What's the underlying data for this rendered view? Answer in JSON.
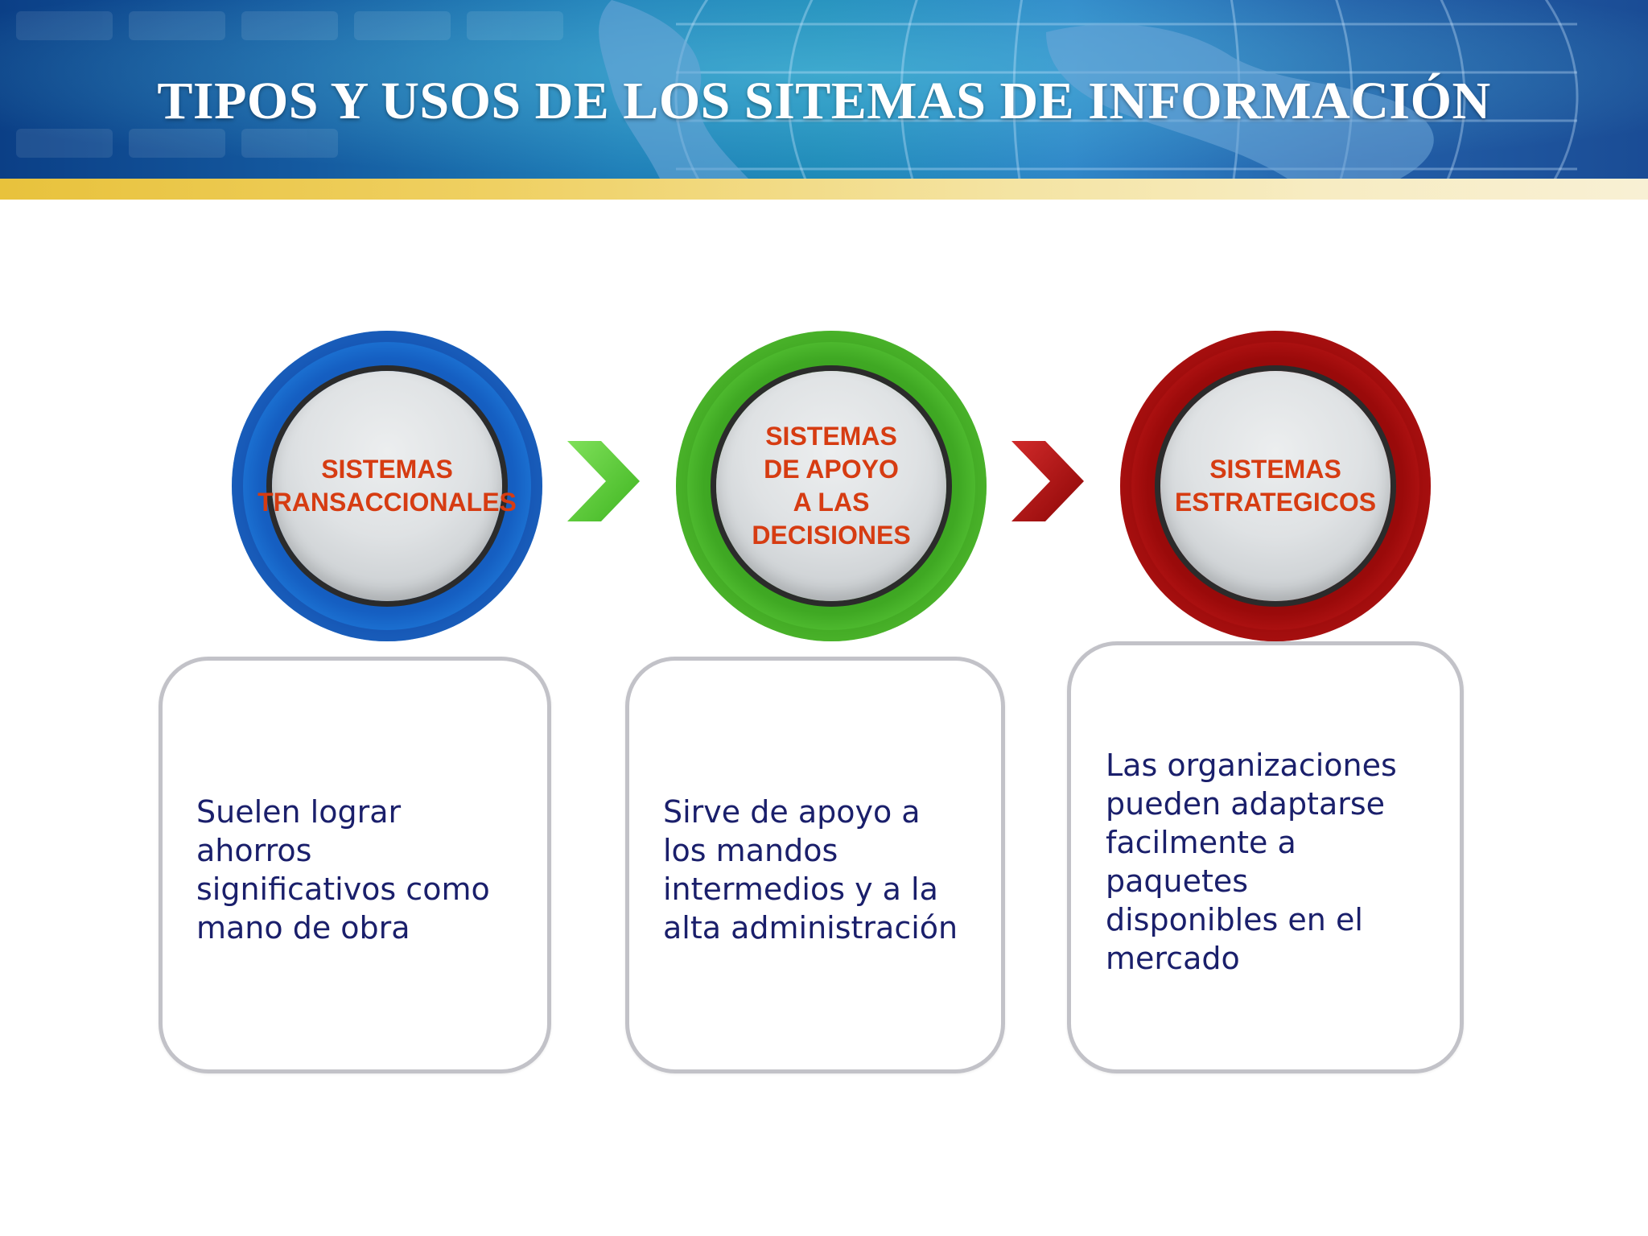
{
  "slide": {
    "title": "TIPOS Y USOS DE LOS SITEMAS DE INFORMACIÓN",
    "colors": {
      "header_blue": "#14599f",
      "gold_bar": "#e8c23c",
      "label_orange": "#d63c12",
      "body_navy": "#1a1f6b",
      "blue_ring": "#1e78d8",
      "green_ring": "#55c234",
      "red_ring": "#b51414"
    },
    "steps": [
      {
        "circle_lines": [
          "SISTEMAS",
          "TRANSACCIONALES"
        ],
        "description": "Suelen lograr\nahorros\nsignificativos como\nmano de obra"
      },
      {
        "circle_lines": [
          "SISTEMAS",
          "DE APOYO",
          "A LAS",
          "DECISIONES"
        ],
        "description": "Sirve de apoyo a\nlos mandos\nintermedios y a la\nalta administración"
      },
      {
        "circle_lines": [
          "SISTEMAS",
          "ESTRATEGICOS"
        ],
        "description": "Las organizaciones\npueden adaptarse\nfacilmente a\npaquetes\ndisponibles en el\nmercado"
      }
    ],
    "icons": [
      "globe-background-icon",
      "chevron-right-icon"
    ]
  }
}
